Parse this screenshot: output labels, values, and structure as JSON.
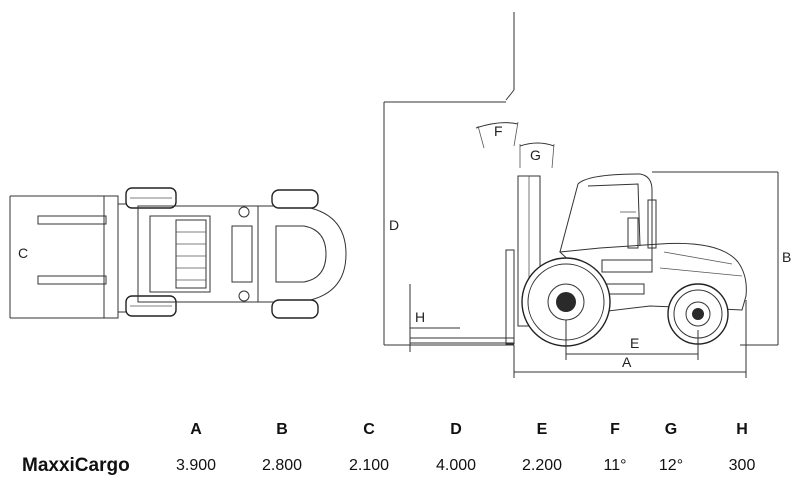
{
  "labels": {
    "top_view_c": "C",
    "side_d": "D",
    "side_h": "H",
    "side_f": "F",
    "side_g": "G",
    "side_e": "E",
    "side_a": "A",
    "side_b": "B"
  },
  "table": {
    "columns": [
      "A",
      "B",
      "C",
      "D",
      "E",
      "F",
      "G",
      "H"
    ],
    "model": "MaxxiCargo",
    "values": [
      "3.900",
      "2.800",
      "2.100",
      "4.000",
      "2.200",
      "11°",
      "12°",
      "300"
    ]
  }
}
